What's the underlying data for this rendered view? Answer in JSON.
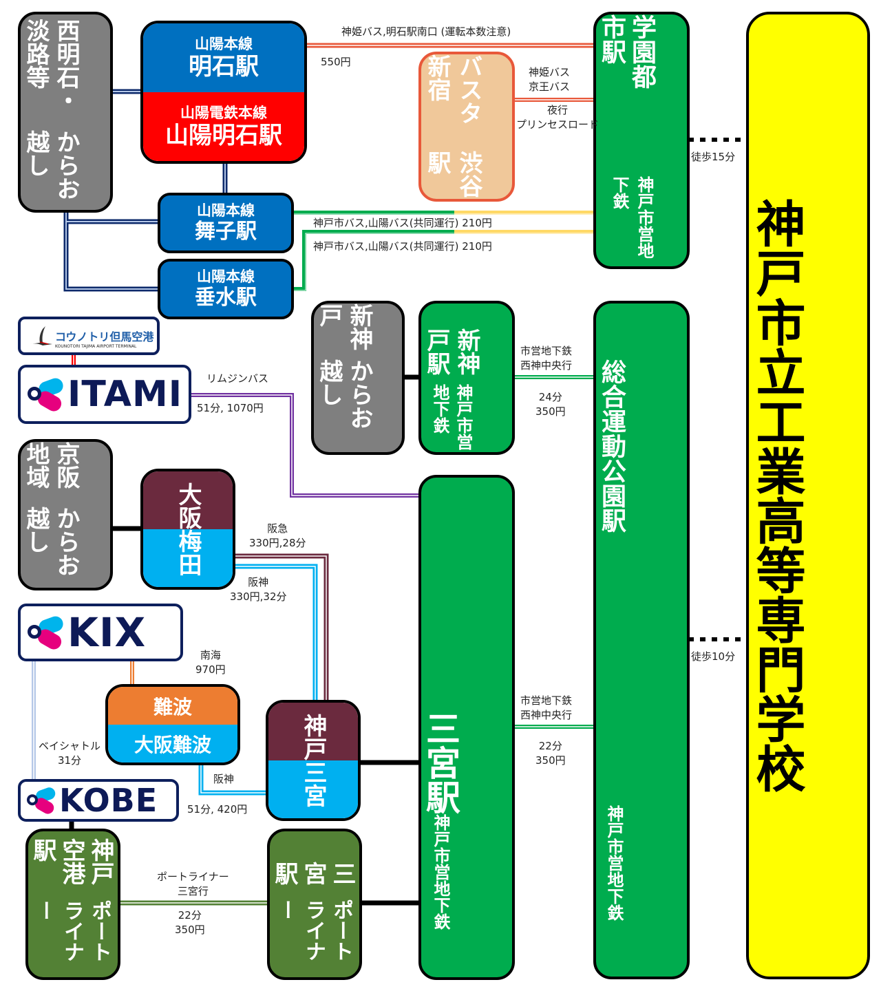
{
  "colors": {
    "sanyo_jr": "#0070c0",
    "sanyo_railway": "#ff0000",
    "subway": "#00ac4e",
    "hankyu": "#6b2a3e",
    "hanshin": "#00b0f0",
    "nankai": "#ed7d31",
    "portliner": "#538135",
    "origin": "#7f7f7f",
    "school": "#ffff00",
    "bus_shinki": "#e8583a",
    "busta": "#f0c89a",
    "limousine": "#7030a0",
    "city_bus_green": "#00ac4e",
    "city_bus_yellow": "#ffd966",
    "jr_link": "#0d2a6b",
    "bay_shuttle": "#b4c7e7"
  },
  "origins": {
    "nishi_akashi": {
      "line1": "西明石・淡路等",
      "line2": "からお越し"
    },
    "shin_kobe": {
      "line1": "新神戸",
      "line2": "からお越し"
    },
    "keihan": {
      "line1": "京阪地域",
      "line2": "からお越し"
    }
  },
  "stations": {
    "akashi": {
      "line": "山陽本線",
      "name": "明石駅"
    },
    "sanyo_akashi": {
      "line": "山陽電鉄本線",
      "name": "山陽明石駅"
    },
    "maiko": {
      "line": "山陽本線",
      "name": "舞子駅"
    },
    "tarumi": {
      "line": "山陽本線",
      "name": "垂水駅"
    },
    "busta_shinjuku": {
      "col1": "バスタ新宿",
      "col2": "渋谷駅"
    },
    "gakuen_toshi": {
      "name": "学園都市駅",
      "line": "神戸市営地下鉄"
    },
    "shin_kobe_subway": {
      "name": "新神戸駅",
      "line": "神戸市営地下鉄"
    },
    "sogo_undo_koen": {
      "name": "総合運動公園駅",
      "line": "神戸市営地下鉄"
    },
    "sannomiya_subway": {
      "name": "三宮駅",
      "line": "神戸市営地下鉄"
    },
    "osaka_umeda": {
      "top": "大阪",
      "bottom": "梅田"
    },
    "namba": {
      "top": "難波",
      "bottom": "大阪難波"
    },
    "kobe_sannomiya": {
      "top": "神戸",
      "bottom": "三宮"
    },
    "port_kobe_airport": {
      "line": "ポートライナー",
      "name": "神戸空港駅"
    },
    "port_sannomiya": {
      "line": "ポートライナー",
      "name": "三宮駅"
    }
  },
  "airports": {
    "tajima": {
      "name": "コウノトリ但馬空港",
      "sub": "KOUNOTORI TAJIMA AIRPORT TERMINAL"
    },
    "itami": {
      "name": "ITAMI"
    },
    "kix": {
      "name": "KIX"
    },
    "kobe": {
      "name": "KOBE"
    }
  },
  "school": {
    "name": "神戸市立工業高等専門学校"
  },
  "routes": {
    "akashi_bus": {
      "label": "神姫バス,明石駅南口 (運転本数注意)",
      "fare": "550円"
    },
    "busta_bus": {
      "top1": "神姫バス",
      "top2": "京王バス",
      "bottom1": "夜行",
      "bottom2": "プリンセスロード"
    },
    "maiko_bus": {
      "label": "神戸市バス,山陽バス(共同運行) 210円"
    },
    "tarumi_bus": {
      "label": "神戸市バス,山陽バス(共同運行) 210円"
    },
    "gakuen_walk": {
      "label": "徒歩15分"
    },
    "sogo_walk": {
      "label": "徒歩10分"
    },
    "limousine": {
      "name": "リムジンバス",
      "detail": "51分, 1070円"
    },
    "shinkobe_subway": {
      "top1": "市営地下鉄",
      "top2": "西神中央行",
      "bottom1": "24分",
      "bottom2": "350円"
    },
    "sannomiya_subway": {
      "top1": "市営地下鉄",
      "top2": "西神中央行",
      "bottom1": "22分",
      "bottom2": "350円"
    },
    "hankyu": {
      "name": "阪急",
      "detail": "330円,28分"
    },
    "hanshin_umeda": {
      "name": "阪神",
      "detail": "330円,32分"
    },
    "nankai": {
      "name": "南海",
      "detail": "970円"
    },
    "bay_shuttle": {
      "name": "ベイシャトル",
      "detail": "31分"
    },
    "hanshin_namba": {
      "name": "阪神",
      "detail": "51分, 420円"
    },
    "portliner": {
      "top1": "ポートライナー",
      "top2": "三宮行",
      "bottom1": "22分",
      "bottom2": "350円"
    }
  }
}
